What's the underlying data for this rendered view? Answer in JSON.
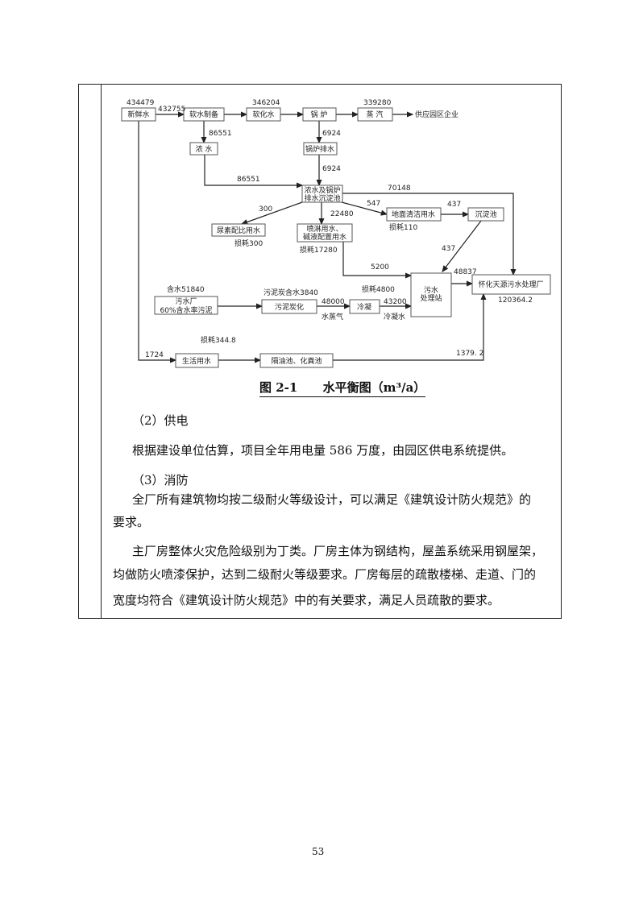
{
  "diagram": {
    "boxes": {
      "fresh_water": "新鲜水",
      "softening": "软水制备",
      "soft_water": "软化水",
      "boiler": "锅 炉",
      "steam": "蒸 汽",
      "supply": "供应园区企业",
      "conc_water": "浓 水",
      "boiler_drain": "锅炉排水",
      "settling_big_1": "浓水及锅炉",
      "settling_big_2": "排水沉淀池",
      "urea": "尿素配比用水",
      "spray_1": "喷淋用水、",
      "spray_2": "碱液配置用水",
      "floor": "地面清洁用水",
      "settling_small": "沉淀池",
      "wwtp_station_1": "污水",
      "wwtp_station_2": "处理站",
      "huaihua": "怀化天源污水处理厂",
      "sludge_1": "污水厂",
      "sludge_2": "60%含水率污泥",
      "carbonize": "污泥炭化",
      "condense": "冷凝",
      "domestic": "生活用水",
      "septic": "隔油池、化粪池"
    },
    "flows": {
      "f434479": "434479",
      "f432755": "432755",
      "f346204": "346204",
      "f339280": "339280",
      "f86551a": "86551",
      "f6924a": "6924",
      "f6924b": "6924",
      "f86551b": "86551",
      "f70148": "70148",
      "f300": "300",
      "f22480": "22480",
      "f547": "547",
      "f437a": "437",
      "f437b": "437",
      "loss300": "损耗300",
      "loss17280": "损耗17280",
      "loss110": "损耗110",
      "f5200": "5200",
      "f48837": "48837",
      "f120364": "120364.2",
      "water51840": "含水51840",
      "water3840": "污泥炭含水3840",
      "f48000": "48000",
      "vapor": "水蒸气",
      "loss4800": "损耗4800",
      "f43200": "43200",
      "cond_water": "冷凝水",
      "loss344": "损耗344.8",
      "f1724": "1724",
      "f1379": "1379. 2"
    }
  },
  "caption": "图 2-1      水平衡图（m³/a）",
  "paragraphs": [
    "（2）供电",
    "根据建设单位估算，项目全年用电量 586 万度，由园区供电系统提供。",
    "（3）消防",
    "全厂所有建筑物均按二级耐火等级设计，可以满足《建筑设计防火规范》的",
    "要求。",
    "主厂房整体火灾危险级别为丁类。厂房主体为钢结构，屋盖系统采用钢屋架，",
    "均做防火喷漆保护，达到二级耐火等级要求。厂房每层的疏散楼梯、走道、门的",
    "宽度均符合《建筑设计防火规范》中的有关要求，满足人员疏散的要求。"
  ],
  "page_number": "53"
}
